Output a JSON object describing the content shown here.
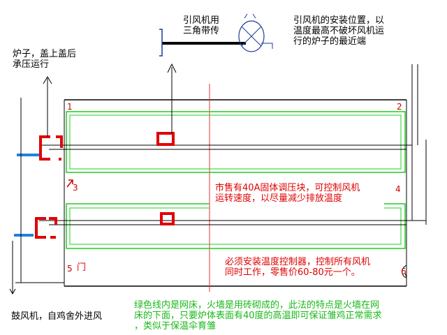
{
  "labels": {
    "fan_belt": "引风机用\n三角带传",
    "fan_position": "引风机的安装位置，以\n温度最高不破坏风机运\n行的炉子的最近端",
    "stove_lid": "炉子，盖上盖后\n承压运行",
    "blower": "鼓风机，自鸡舍外进风",
    "pressure_module": "市售有40A固体调压块，可控制风机\n运转速度，以尽量减少排放温度",
    "temp_controller": "必须安装温度控制器，控制所有风机\n同时工作，零售价60-80元一个。",
    "green_note": "绿色线内是网床，火墙是用砖砌成的，此法的特点是火墙在网\n床的下面，只要炉体表面有40度的高温即可保证雏鸡正常需求\n，类似于保温伞育雏",
    "door": "门",
    "corner_numbers": [
      "1",
      "2",
      "3",
      "4",
      "5",
      "6"
    ]
  },
  "colors": {
    "net_bed": "#22cc22",
    "fire_wall": "#e00000",
    "pipe": "#2080e0",
    "line": "#000000"
  }
}
